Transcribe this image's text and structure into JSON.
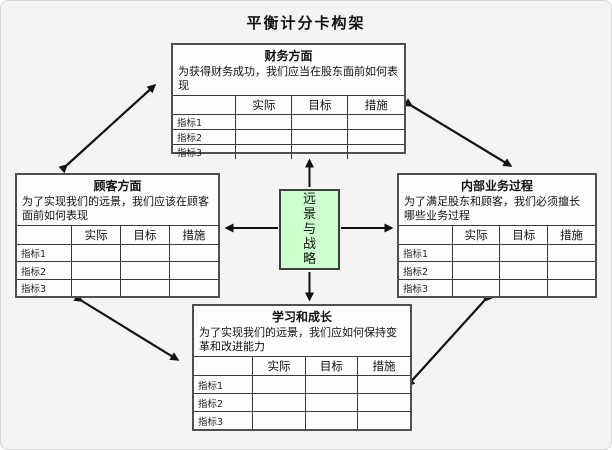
{
  "page_title": "平衡计分卡构架",
  "center": {
    "label": "远景与战略",
    "chars": [
      "远",
      "景",
      "与",
      "战",
      "略"
    ],
    "bg_color": "#ccffcc"
  },
  "table_headers": [
    "实际",
    "目标",
    "措施"
  ],
  "row_labels": [
    "指标1",
    "指标2",
    "指标3"
  ],
  "panels": {
    "financial": {
      "title": "财务方面",
      "description": "为获得财务成功，我们应当在股东面前如何表现"
    },
    "customer": {
      "title": "顾客方面",
      "description": "为了实现我们的远景，我们应该在顾客面前如何表现"
    },
    "internal": {
      "title": "内部业务过程",
      "description": "为了满足股东和顾客，我们必须擅长哪些业务过程"
    },
    "learning": {
      "title": "学习和成长",
      "description": "为了实现我们的远景，我们应如何保持变革和改进能力"
    }
  },
  "colors": {
    "background": "#f4f4f4",
    "panel_background": "#fdfdfd",
    "panel_border": "#4f4f4f",
    "center_background": "#ccffcc",
    "arrow": "#111111"
  }
}
